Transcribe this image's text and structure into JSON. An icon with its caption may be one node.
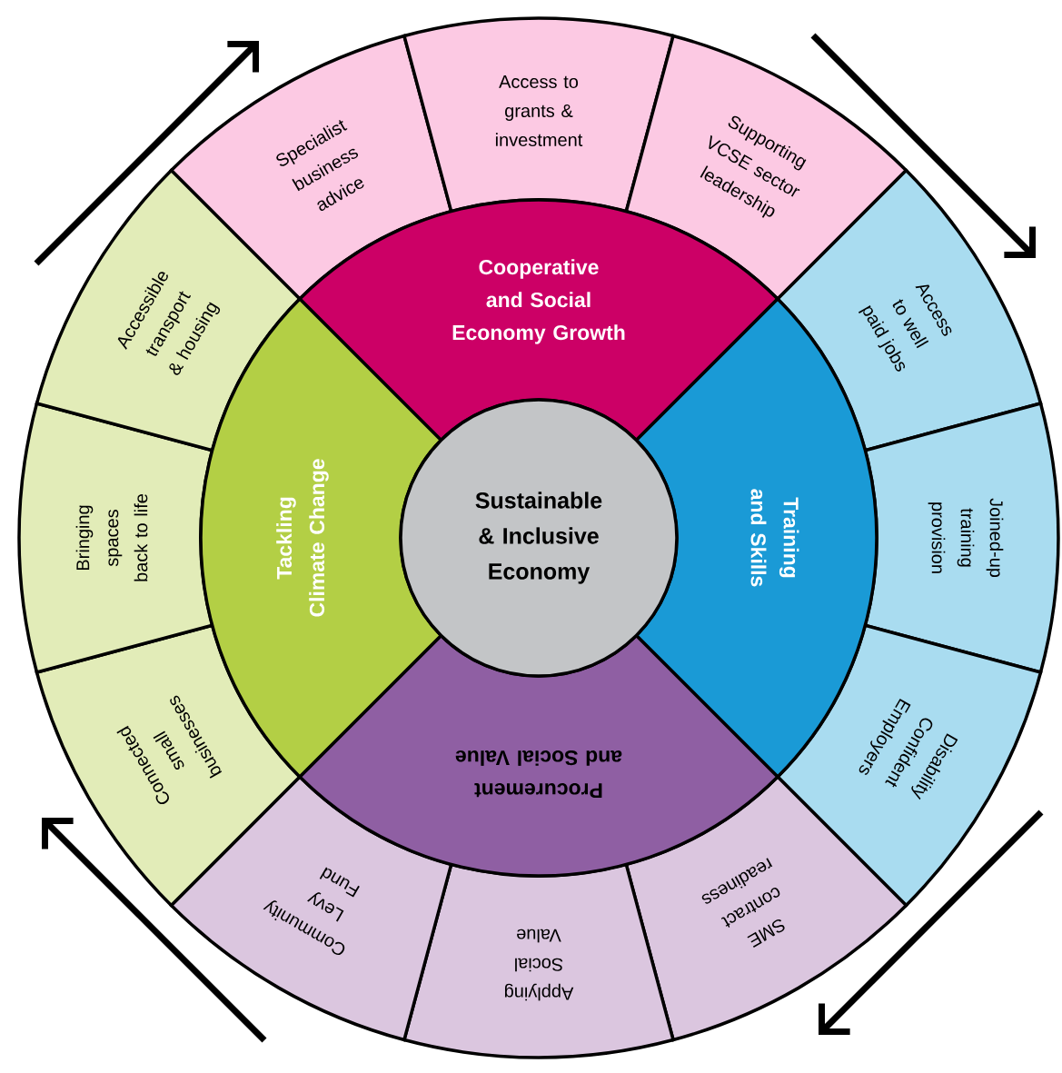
{
  "diagram": {
    "nodes": [
      {
        "text": [
          "Sustainable & Inclusive Economy"
        ]
      },
      {
        "text": [
          "Cooperative and Social Economy Growth"
        ]
      },
      {
        "text": [
          "Training and Skills"
        ]
      },
      {
        "text": [
          "Procurement and Social Value"
        ]
      },
      {
        "text": [
          "Tackling Climate Change"
        ]
      },
      {
        "text": [
          "Specialist business advice"
        ]
      },
      {
        "text": [
          "Access to grants & investment"
        ]
      },
      {
        "text": [
          "Supporting VCSE sector leadership"
        ]
      },
      {
        "text": [
          "Access to well paid jobs"
        ]
      },
      {
        "text": [
          "Joined-up training provision"
        ]
      },
      {
        "text": [
          "Disability Confident Employers"
        ]
      },
      {
        "text": [
          "SME contract readiness"
        ]
      },
      {
        "text": [
          "Applying Social Value"
        ]
      },
      {
        "text": [
          "Community Levy Fund"
        ]
      },
      {
        "text": [
          "Connected small businesses"
        ]
      },
      {
        "text": [
          "Bringing spaces back to life"
        ]
      },
      {
        "text": [
          "Accessible transport & housing"
        ]
      }
    ]
  }
}
